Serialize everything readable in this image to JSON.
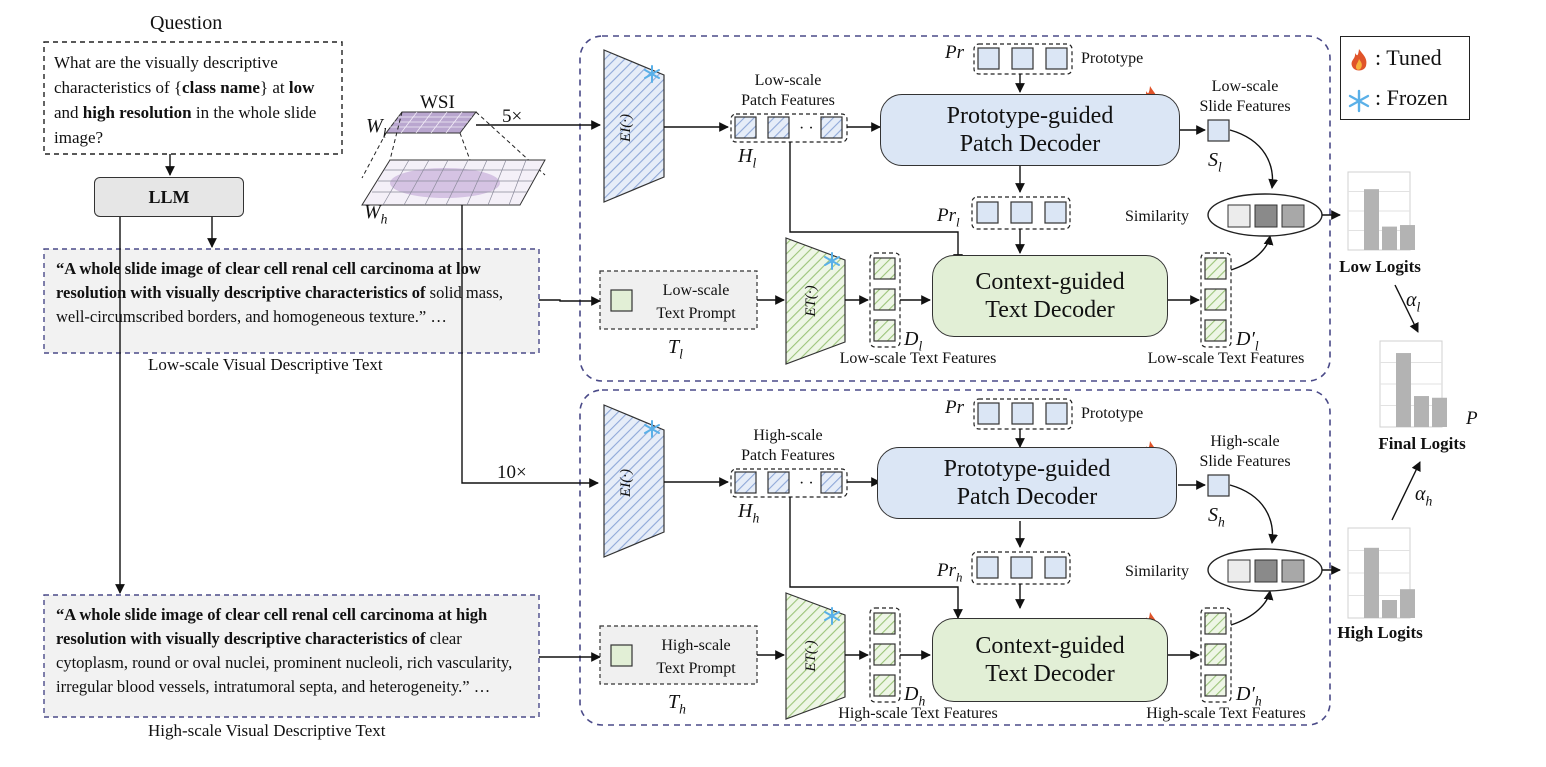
{
  "question": {
    "header": "Question",
    "parts": [
      "What are the visually descriptive characteristics of {",
      "class name",
      "} at ",
      "low",
      " and ",
      "high resolution",
      " in the whole slide image?"
    ]
  },
  "llm_label": "LLM",
  "wsi": {
    "label": "WSI",
    "wl": "W",
    "wl_sub": "l",
    "wh": "W",
    "wh_sub": "h",
    "low_mag": "5×",
    "high_mag": "10×"
  },
  "low_desc": {
    "bold": "“A whole slide image of clear cell renal cell carcinoma at low resolution with visually descriptive characteristics of",
    "normal": "solid mass, well-circumscribed borders, and homogeneous texture.” …",
    "caption": "Low-scale Visual Descriptive Text"
  },
  "high_desc": {
    "bold": "“A whole slide image of clear cell renal cell carcinoma at high resolution with visually descriptive characteristics of",
    "normal": "clear cytoplasm, round or oval nuclei, prominent nucleoli, rich vascularity, irregular blood vessels, intratumoral septa, and heterogeneity.” …",
    "caption": "High-scale Visual Descriptive Text"
  },
  "legend": {
    "tuned": ": Tuned",
    "frozen": ": Frozen"
  },
  "low_branch": {
    "image_encoder": "E",
    "image_encoder_sub": "I",
    "image_encoder_arg": "(·)",
    "patch_features": [
      "Low-scale",
      "Patch Features"
    ],
    "h_sym": "H",
    "h_sub": "l",
    "prototype_sym": "Pr",
    "prototype_label": "Prototype",
    "patch_decoder": [
      "Prototype-guided",
      "Patch Decoder"
    ],
    "slide_features": [
      "Low-scale",
      "Slide Features"
    ],
    "s_sym": "S",
    "s_sub": "l",
    "pr_sym": "Pr",
    "pr_sub": "l",
    "similarity": "Similarity",
    "text_prompt": [
      "Low-scale",
      "Text Prompt"
    ],
    "t_sym": "T",
    "t_sub": "l",
    "text_encoder": "E",
    "text_encoder_sub": "T",
    "text_encoder_arg": "(·)",
    "d_sym": "D",
    "d_sub": "l",
    "text_features": "Low-scale Text Features",
    "text_decoder": [
      "Context-guided",
      "Text Decoder"
    ],
    "dp_sym": "D′",
    "dp_sub": "l",
    "text_features_out": "Low-scale Text Features",
    "logits_label": "Low Logits",
    "alpha": "α",
    "alpha_sub": "l"
  },
  "high_branch": {
    "image_encoder": "E",
    "image_encoder_sub": "I",
    "image_encoder_arg": "(·)",
    "patch_features": [
      "High-scale",
      "Patch Features"
    ],
    "h_sym": "H",
    "h_sub": "h",
    "prototype_sym": "Pr",
    "prototype_label": "Prototype",
    "patch_decoder": [
      "Prototype-guided",
      "Patch Decoder"
    ],
    "slide_features": [
      "High-scale",
      "Slide Features"
    ],
    "s_sym": "S",
    "s_sub": "h",
    "pr_sym": "Pr",
    "pr_sub": "h",
    "similarity": "Similarity",
    "text_prompt": [
      "High-scale",
      "Text Prompt"
    ],
    "t_sym": "T",
    "t_sub": "h",
    "text_encoder": "E",
    "text_encoder_sub": "T",
    "text_encoder_arg": "(·)",
    "d_sym": "D",
    "d_sub": "h",
    "text_features": "High-scale Text Features",
    "text_decoder": [
      "Context-guided",
      "Text Decoder"
    ],
    "dp_sym": "D′",
    "dp_sub": "h",
    "text_features_out": "High-scale Text Features",
    "logits_label": "High Logits",
    "alpha": "α",
    "alpha_sub": "h"
  },
  "final": {
    "label": "Final Logits",
    "p_sym": "P"
  },
  "logit_levels": {
    "low": [
      0.78,
      0.3,
      0.32
    ],
    "final": [
      0.86,
      0.36,
      0.34
    ],
    "high": [
      0.78,
      0.2,
      0.32
    ]
  },
  "colors": {
    "blue_fill": "#dbe6f5",
    "green_fill": "#e2efd6",
    "blue_stripe": "#8fa8d8",
    "green_stripe": "#9cc47a",
    "bar_gray": "#b3b3b3",
    "desc_border": "#4a4a88",
    "flame": "#e0542a",
    "snow": "#5ab0e8"
  }
}
